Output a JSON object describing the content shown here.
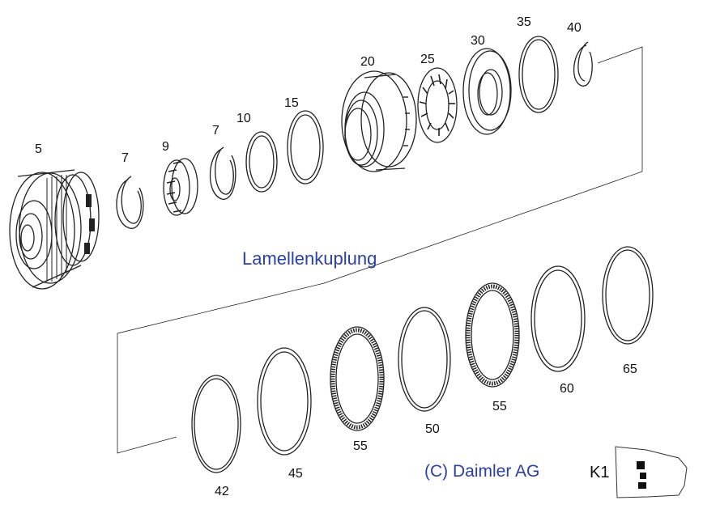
{
  "title": "Lamellenkuplung",
  "copyright": "(C) Daimler AG",
  "badge": "K1",
  "upper_labels": {
    "p5": "5",
    "p7a": "7",
    "p9": "9",
    "p7b": "7",
    "p10": "10",
    "p15": "15",
    "p20": "20",
    "p25": "25",
    "p30": "30",
    "p35": "35",
    "p40": "40"
  },
  "lower_labels": {
    "p42": "42",
    "p45": "45",
    "p55a": "55",
    "p50": "50",
    "p55b": "55",
    "p60": "60",
    "p65": "65"
  },
  "colors": {
    "text_blue": "#2a3fa8",
    "line": "#222222"
  }
}
